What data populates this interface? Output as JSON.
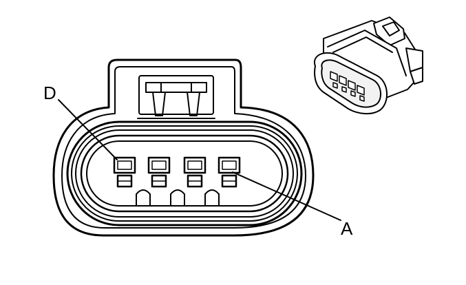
{
  "diagram": {
    "callouts": {
      "pin_d": "D",
      "pin_a": "A"
    }
  },
  "colors": {
    "ink": "#000000",
    "background": "#ffffff",
    "iso_shade": "#f2f2f2"
  },
  "icons": {
    "front_view": "connector-face-view",
    "iso_view": "connector-isometric-view"
  }
}
